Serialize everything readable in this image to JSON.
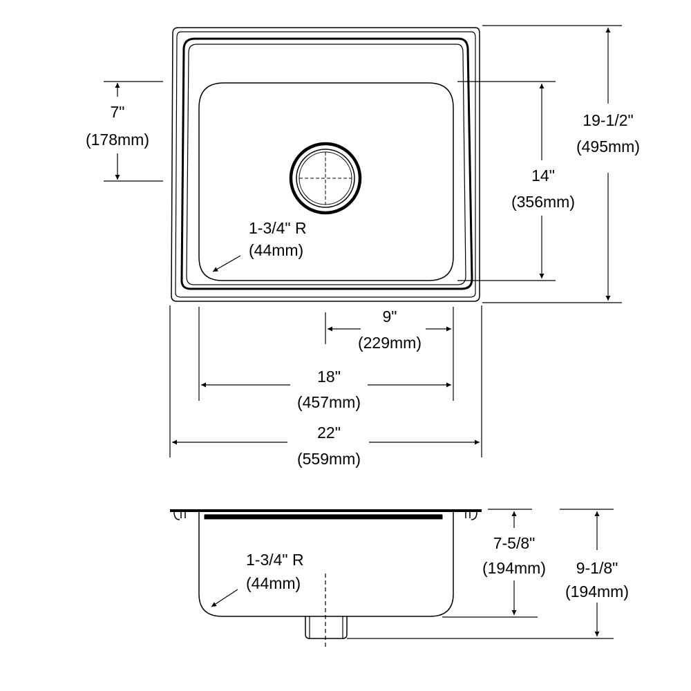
{
  "top_view": {
    "left_depth": {
      "inch": "7\"",
      "mm": "(178mm)"
    },
    "overall_depth": {
      "inch": "19-1/2\"",
      "mm": "(495mm)"
    },
    "bowl_depth": {
      "inch": "14\"",
      "mm": "(356mm)"
    },
    "corner_radius": {
      "inch": "1-3/4\" R",
      "mm": "(44mm)"
    },
    "drain_offset": {
      "inch": "9\"",
      "mm": "(229mm)"
    },
    "bowl_width": {
      "inch": "18\"",
      "mm": "(457mm)"
    },
    "overall_width": {
      "inch": "22\"",
      "mm": "(559mm)"
    }
  },
  "side_view": {
    "corner_radius": {
      "inch": "1-3/4\" R",
      "mm": "(44mm)"
    },
    "bowl_height": {
      "inch": "7-5/8\"",
      "mm": "(194mm)"
    },
    "overall_height": {
      "inch": "9-1/8\"",
      "mm": "(194mm)"
    }
  }
}
